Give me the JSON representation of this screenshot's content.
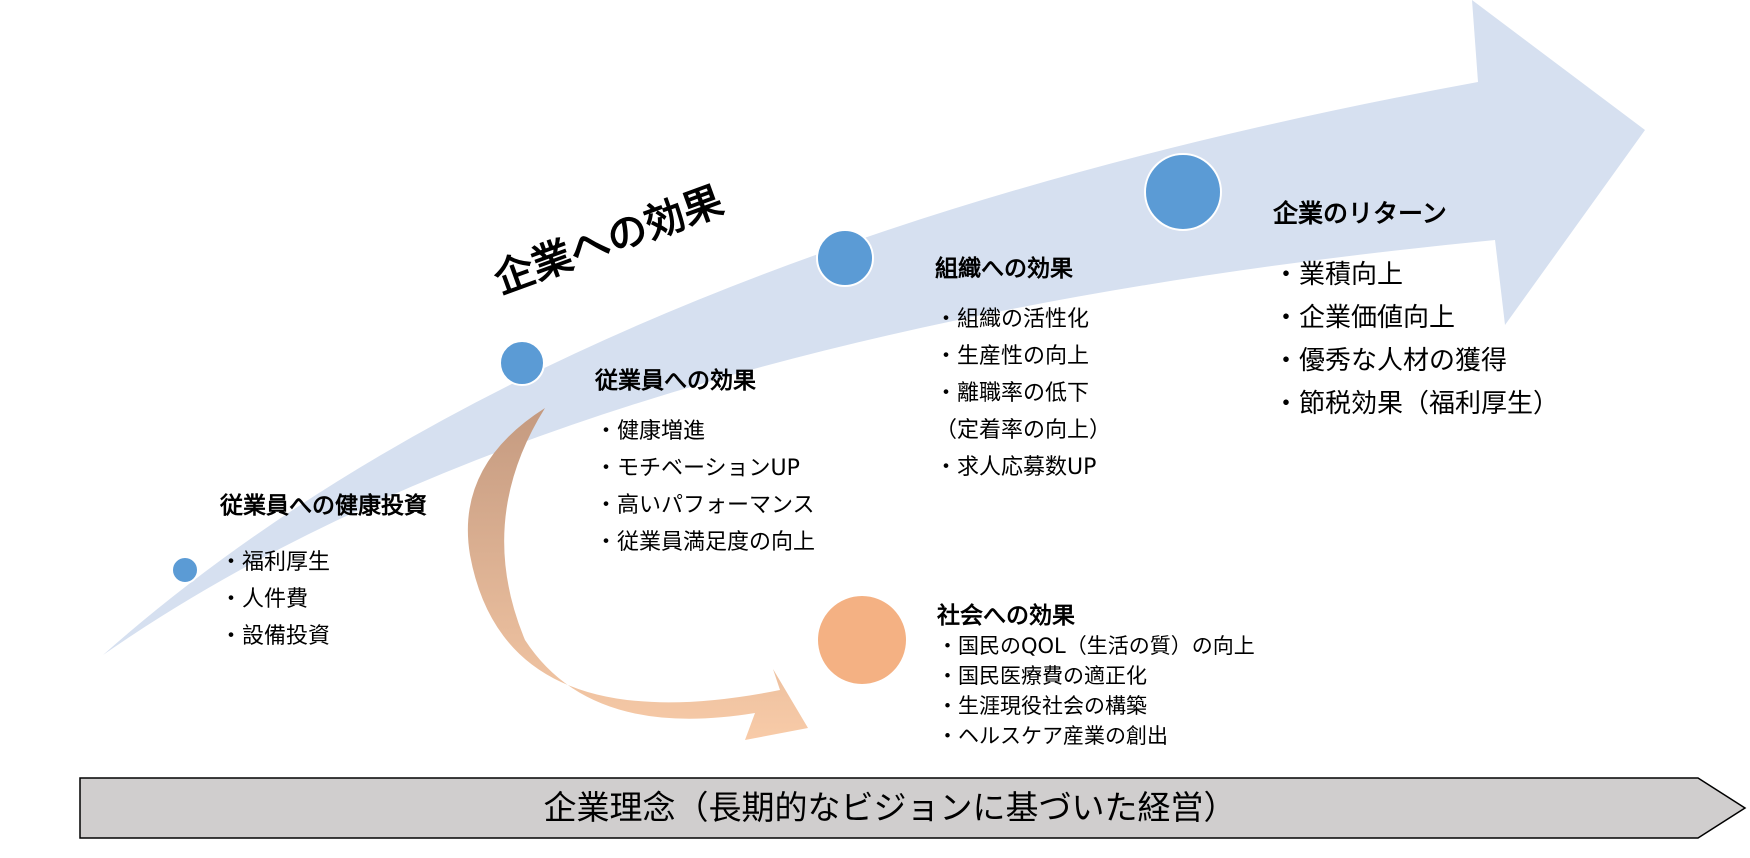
{
  "colors": {
    "main_arrow": "#d6e0f0",
    "node_blue": "#5b9bd5",
    "node_orange": "#f4b183",
    "curve_brown": "#c49a80",
    "curve_peach": "#f8cba8",
    "bottom_bar": "#d0cece"
  },
  "diagram": {
    "main_label": "企業への効果",
    "investment": {
      "heading": "従業員への健康投資",
      "items": [
        "・福利厚生",
        "・人件費",
        "・設備投資"
      ]
    },
    "employee": {
      "heading": "従業員への効果",
      "items": [
        "・健康増進",
        "・モチベーションUP",
        "・高いパフォーマンス",
        "・従業員満足度の向上"
      ]
    },
    "organization": {
      "heading": "組織への効果",
      "items": [
        "・組織の活性化",
        "・生産性の向上",
        "・離職率の低下",
        "（定着率の向上）",
        "・求人応募数UP"
      ]
    },
    "return": {
      "heading": "企業のリターン",
      "items": [
        "・業積向上",
        "・企業価値向上",
        "・優秀な人材の獲得",
        "・節税効果（福利厚生）"
      ]
    },
    "society": {
      "heading": "社会への効果",
      "items": [
        "・国民のQOL（生活の質）の向上",
        "・国民医療費の適正化",
        "・生涯現役社会の構築",
        "・ヘルスケア産業の創出"
      ]
    },
    "bottom_bar": "企業理念（長期的なビジョンに基づいた経営）"
  }
}
